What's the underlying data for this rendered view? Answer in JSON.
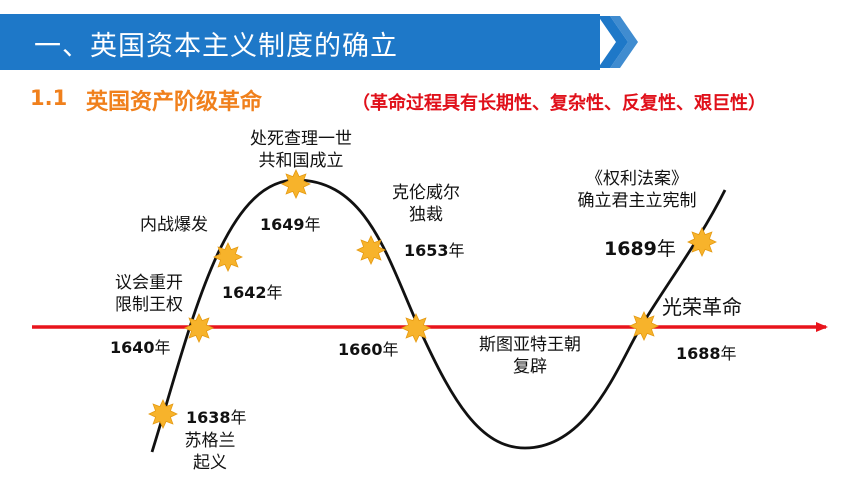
{
  "header": {
    "title": "一、英国资本主义制度的确立",
    "accent_color": "#1e78c8",
    "chevron_icon": "double-chevron-right-icon"
  },
  "section": {
    "number": "1.1",
    "title": "英国资产阶级革命",
    "note": "（革命过程具有长期性、复杂性、反复性、艰巨性）",
    "title_color": "#f0801c",
    "note_color": "#e0101a"
  },
  "timeline": {
    "arrow_color": "#e8141c",
    "star_color": "#f7b32b",
    "events": [
      {
        "year": "1638",
        "unit": "年",
        "label_lines": [
          "苏格兰",
          "起义"
        ]
      },
      {
        "year": "1640",
        "unit": "年",
        "label_lines": [
          "议会重开",
          "限制王权"
        ]
      },
      {
        "year": "1642",
        "unit": "年",
        "label_lines": [
          "内战爆发"
        ]
      },
      {
        "year": "1649",
        "unit": "年",
        "label_lines": [
          "处死查理一世",
          "共和国成立"
        ]
      },
      {
        "year": "1653",
        "unit": "年",
        "label_lines": [
          "克伦威尔",
          "独裁"
        ]
      },
      {
        "year": "1660",
        "unit": "年",
        "label_lines": [
          "斯图亚特王朝",
          "复辟"
        ]
      },
      {
        "year": "1688",
        "unit": "年",
        "label_lines": [
          "光荣革命"
        ]
      },
      {
        "year": "1689",
        "unit": "年",
        "label_lines": [
          "《权利法案》",
          "确立君主立宪制"
        ]
      }
    ]
  }
}
